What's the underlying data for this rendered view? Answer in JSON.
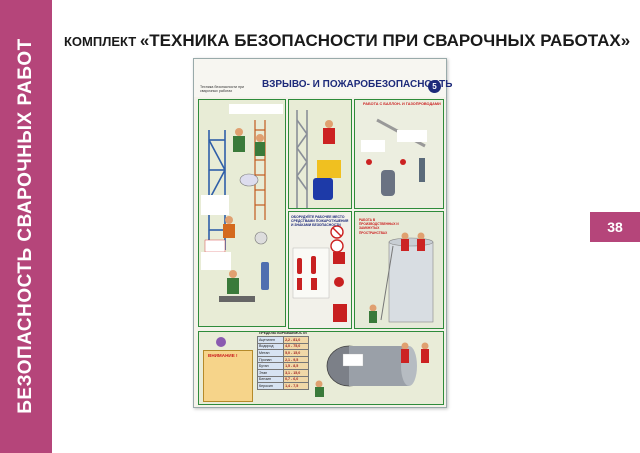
{
  "side": {
    "title": "БЕЗОПАСНОСТЬ СВАРОЧНЫХ РАБОТ"
  },
  "header": {
    "prefix": "КОМПЛЕКТ ",
    "title": "«ТЕХНИКА БЕЗОПАСНОСТИ ПРИ СВАРОЧНЫХ РАБОТАХ»"
  },
  "page_number": "38",
  "poster": {
    "subtitle": "Техника безопасности при сварочных работах",
    "title": "ВЗРЫВО- И ПОЖАРОБЕЗОПАСНОСТЬ",
    "number": "5",
    "panels": {
      "cylinders": {
        "title": "РАБОТА С БАЛЛОН- И ГАЗОПРОВОДАМИ"
      },
      "fire": {
        "title": "ОБОРУДУЙТЕ РАБОЧЕЕ МЕСТО СРЕДСТВАМИ ПОЖАРОТУШЕНИЯ И ЗНАКАМИ БЕЗОПАСНОСТИ"
      },
      "tanks": {
        "title": "РАБОТА В ПРОИЗВОДСТВЕННЫХ И ЗАМКНУТЫХ ПРОСТРАНСТВАХ"
      },
      "gases": {
        "title": "ПРЕДЕЛЫ ВЗРЫВАЕМОСТИ",
        "rows": [
          {
            "name": "Ацетилен",
            "range": "2,2 - 81,0"
          },
          {
            "name": "Водород",
            "range": "4,0 - 75,0"
          },
          {
            "name": "Метан",
            "range": "5,0 - 15,0"
          },
          {
            "name": "Пропан",
            "range": "2,1 - 9,5"
          },
          {
            "name": "Бутан",
            "range": "1,5 - 8,5"
          },
          {
            "name": "Этан",
            "range": "3,1 - 15,0"
          },
          {
            "name": "Бензин",
            "range": "0,7 - 6,0"
          },
          {
            "name": "Керосин",
            "range": "1,4 - 7,5"
          }
        ]
      },
      "warning": {
        "title": "ВНИМАНИЕ !"
      }
    }
  },
  "colors": {
    "accent": "#b5457a",
    "poster_frame": "#2e8b3a",
    "poster_title": "#1d2a7a"
  }
}
